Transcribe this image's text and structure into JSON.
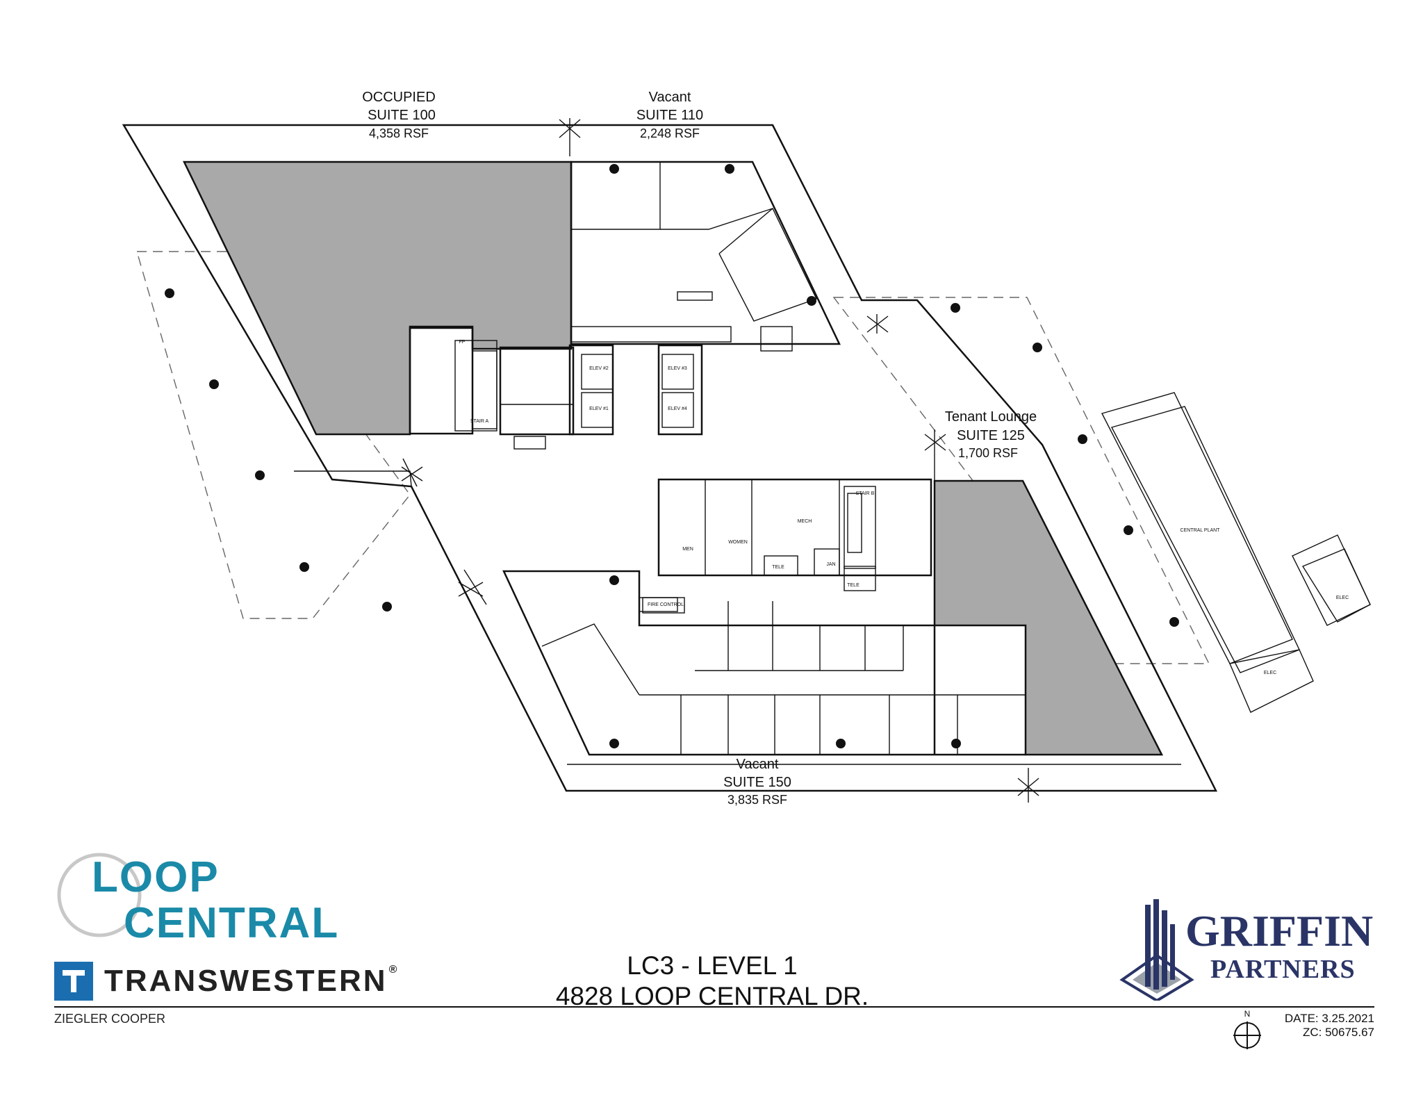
{
  "suites": {
    "s100": {
      "status": "OCCUPIED",
      "name": "SUITE 100",
      "area": "4,358 RSF"
    },
    "s110": {
      "status": "Vacant",
      "name": "SUITE 110",
      "area": "2,248 RSF"
    },
    "s125": {
      "status": "Tenant Lounge",
      "name": "SUITE 125",
      "area": "1,700 RSF"
    },
    "s150": {
      "status": "Vacant",
      "name": "SUITE 150",
      "area": "3,835 RSF"
    }
  },
  "rooms": {
    "elev1": "ELEV #1",
    "elev2": "ELEV #2",
    "elev3": "ELEV #3",
    "elev4": "ELEV #4",
    "stair_a": "STAIR A",
    "stair_b": "STAIR B",
    "men": "MEN",
    "women": "WOMEN",
    "mech": "MECH",
    "tele": "TELE",
    "tele2": "TELE",
    "jan": "JAN",
    "fp": "FP",
    "fire_control": "FIRE CONTROL",
    "central_plant": "CENTRAL PLANT",
    "elec": "ELEC",
    "elec2": "ELEC"
  },
  "branding": {
    "loop": "LOOP",
    "central": "CENTRAL",
    "transwestern": "TRANSWESTERN",
    "registered": "®",
    "ziegler": "ZIEGLER COOPER",
    "griffin": "GRIFFIN",
    "partners": "PARTNERS"
  },
  "sheet": {
    "title_line1": "LC3 - LEVEL 1",
    "title_line2": "4828 LOOP CENTRAL DR."
  },
  "meta": {
    "north": "N",
    "date": "DATE: 3.25.2021",
    "zc": "ZC: 50675.67"
  },
  "colors": {
    "hatch": "#a9a9a9",
    "loop_central": "#1a8aa8",
    "transwestern_blue": "#1a6eb0",
    "griffin_navy": "#2a3466"
  }
}
